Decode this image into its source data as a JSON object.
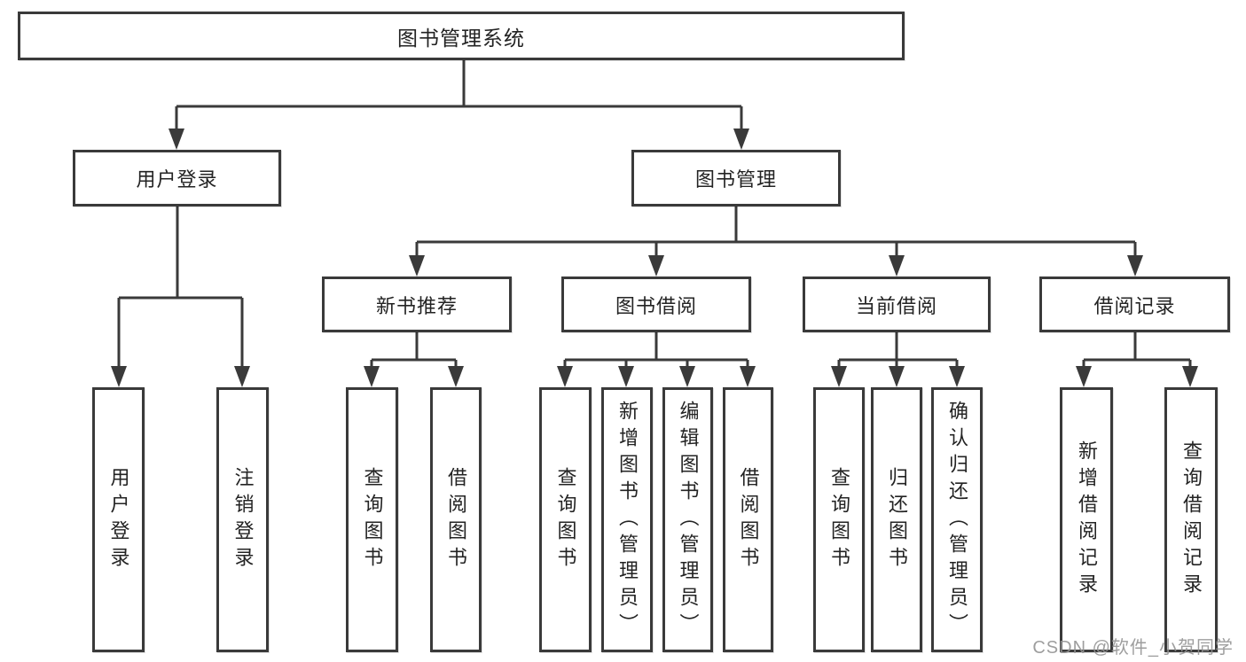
{
  "tree": {
    "root": "图书管理系统",
    "branches": [
      {
        "label": "用户登录",
        "children": [
          "用户登录",
          "注销登录"
        ]
      },
      {
        "label": "图书管理",
        "groups": [
          {
            "label": "新书推荐",
            "children": [
              "查询图书",
              "借阅图书"
            ]
          },
          {
            "label": "图书借阅",
            "children": [
              "查询图书",
              "新增图书（管理员）",
              "编辑图书（管理员）",
              "借阅图书"
            ]
          },
          {
            "label": "当前借阅",
            "children": [
              "查询图书",
              "归还图书",
              "确认归还（管理员）"
            ]
          },
          {
            "label": "借阅记录",
            "children": [
              "新增借阅记录",
              "查询借阅记录"
            ]
          }
        ]
      }
    ]
  },
  "watermark": "CSDN @软件_小贺同学",
  "colors": {
    "line": "#3a3a3a",
    "text": "#232323",
    "background": "#ffffff",
    "watermark": "#949494"
  }
}
